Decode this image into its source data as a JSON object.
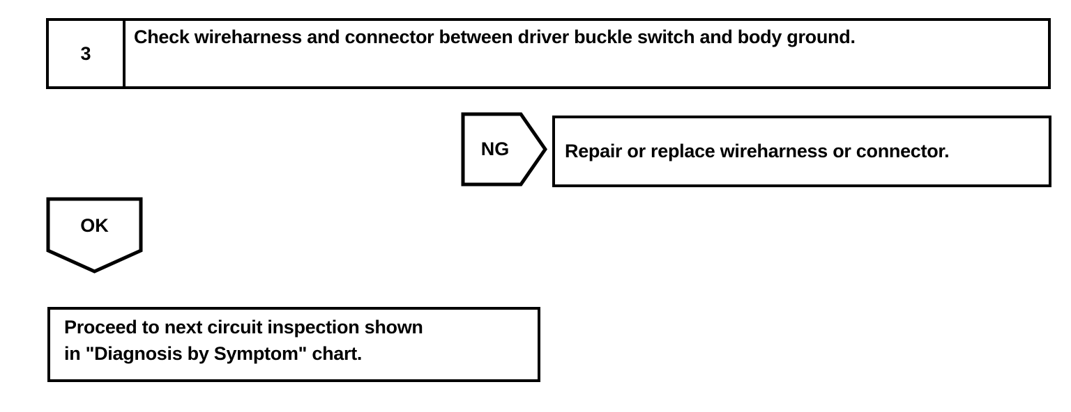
{
  "document": {
    "type": "diagnostic-flow-chart",
    "ink_color": "#000000",
    "background_color": "#ffffff"
  },
  "step_row": {
    "number": "3",
    "instruction": "Check wireharness and connector between driver buckle switch and body ground."
  },
  "branches": {
    "ng": {
      "label": "NG",
      "result_text": "Repair or replace wireharness or connector."
    },
    "ok": {
      "label": "OK",
      "result_text": "Proceed to next circuit inspection shown\nin \"Diagnosis by Symptom\" chart."
    }
  }
}
